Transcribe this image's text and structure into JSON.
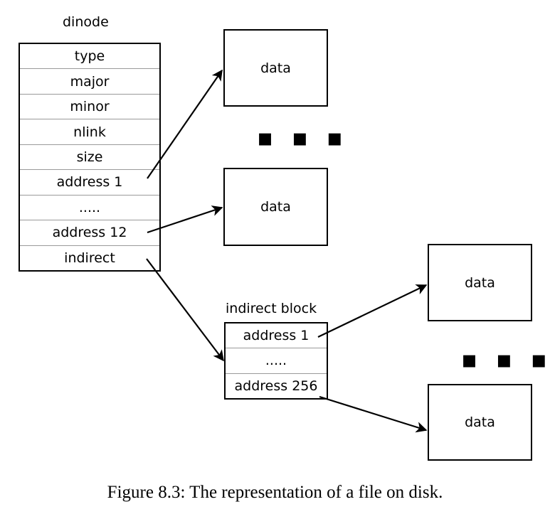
{
  "figure": {
    "caption": "Figure 8.3: The representation of a file on disk."
  },
  "dinode": {
    "label": "dinode",
    "fields": [
      "type",
      "major",
      "minor",
      "nlink",
      "size",
      "address 1",
      ".....",
      "address 12",
      "indirect"
    ]
  },
  "indirect_block": {
    "label": "indirect block",
    "fields": [
      "address 1",
      ".....",
      "address 256"
    ]
  },
  "direct_data_blocks": [
    {
      "label": "data"
    },
    {
      "label": "data"
    }
  ],
  "indirect_data_blocks": [
    {
      "label": "data"
    },
    {
      "label": "data"
    }
  ],
  "ellipses": {
    "direct": "▪ ▪ ▪",
    "indirect": "▪ ▪ ▪"
  },
  "colors": {
    "stroke": "#000000",
    "divider": "#9a9a9a",
    "background": "#ffffff"
  }
}
